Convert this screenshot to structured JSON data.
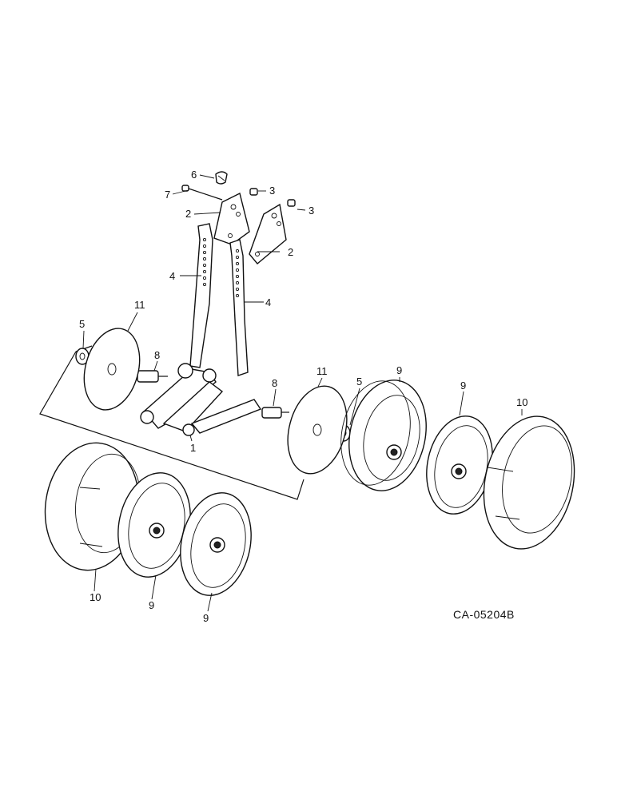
{
  "drawing_code": "CA-05204B",
  "callouts": {
    "c1": "1",
    "c2a": "2",
    "c2b": "2",
    "c3a": "3",
    "c3b": "3",
    "c4a": "4",
    "c4b": "4",
    "c5a": "5",
    "c5b": "5",
    "c6": "6",
    "c7": "7",
    "c8a": "8",
    "c8b": "8",
    "c9a": "9",
    "c9b": "9",
    "c9c": "9",
    "c9d": "9",
    "c10a": "10",
    "c10b": "10",
    "c11a": "11",
    "c11b": "11"
  }
}
